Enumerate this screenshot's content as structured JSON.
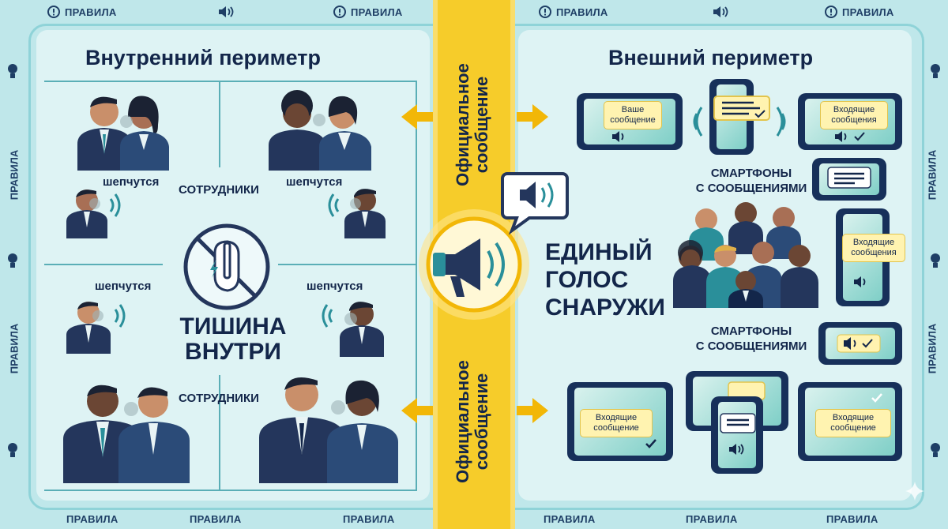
{
  "ribbon": {
    "rules_label": "ПРАВИЛА"
  },
  "left": {
    "title": "Внутренний периметр",
    "whisper_label": "шепчутся",
    "employees_label": "СОТРУДНИКИ",
    "silence_line1": "ТИШИНА",
    "silence_line2": "ВНУТРИ"
  },
  "center": {
    "official_line1": "Официальное",
    "official_line2": "сообщение",
    "voice_line1": "ЕДИНЫЙ",
    "voice_line2": "ГОЛОС",
    "voice_line3": "СНАРУЖИ"
  },
  "right": {
    "title": "Внешний периметр",
    "smartphones_line1": "СМАРТФОНЫ",
    "smartphones_line2": "С СООБЩЕНИЯМИ",
    "your_message_line1": "Ваше",
    "your_message_line2": "сообщение",
    "incoming_line1": "Входящие",
    "incoming_line2": "сообщения",
    "incoming_alt_line2": "сообщение"
  },
  "icons": [
    "info-icon",
    "speaker-icon",
    "megaphone-icon",
    "shush-icon",
    "bulb-icon",
    "check-icon",
    "phone-icon"
  ],
  "colors": {
    "accent_yellow": "#f6cc2a",
    "navy": "#13264a",
    "teal": "#2a8f9a",
    "panel": "#def3f4",
    "background": "#bfe7ea"
  }
}
